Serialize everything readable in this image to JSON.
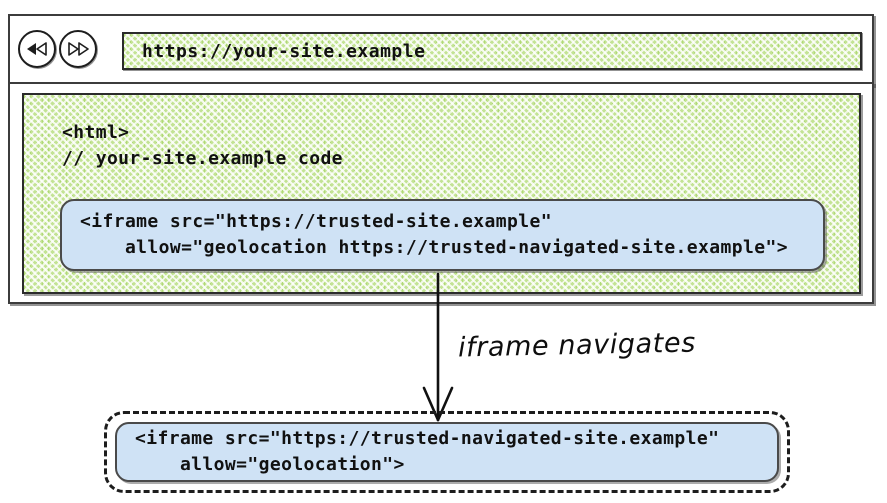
{
  "browser": {
    "nav": {
      "back_label": "rewind-icon",
      "forward_label": "fast-forward-icon"
    },
    "url_bar": {
      "value": "https://your-site.example",
      "placeholder": "https://your-site.example"
    }
  },
  "page_source": {
    "html_tag": "<html>",
    "comment": "// your-site.example code",
    "iframe_original": {
      "line1": "<iframe src=\"https://trusted-site.example\"",
      "line2": "    allow=\"geolocation https://trusted-navigated-site.example\">"
    }
  },
  "annotation": {
    "label": "iframe navigates"
  },
  "navigated_result": {
    "iframe_navigated": {
      "line1": "<iframe src=\"https://trusted-navigated-site.example\"",
      "line2": "    allow=\"geolocation\">"
    }
  },
  "colors": {
    "green_fill": "#c3e394",
    "blue_fill": "#cfe2f5",
    "stroke": "#2b2b2b",
    "text": "#111111"
  }
}
